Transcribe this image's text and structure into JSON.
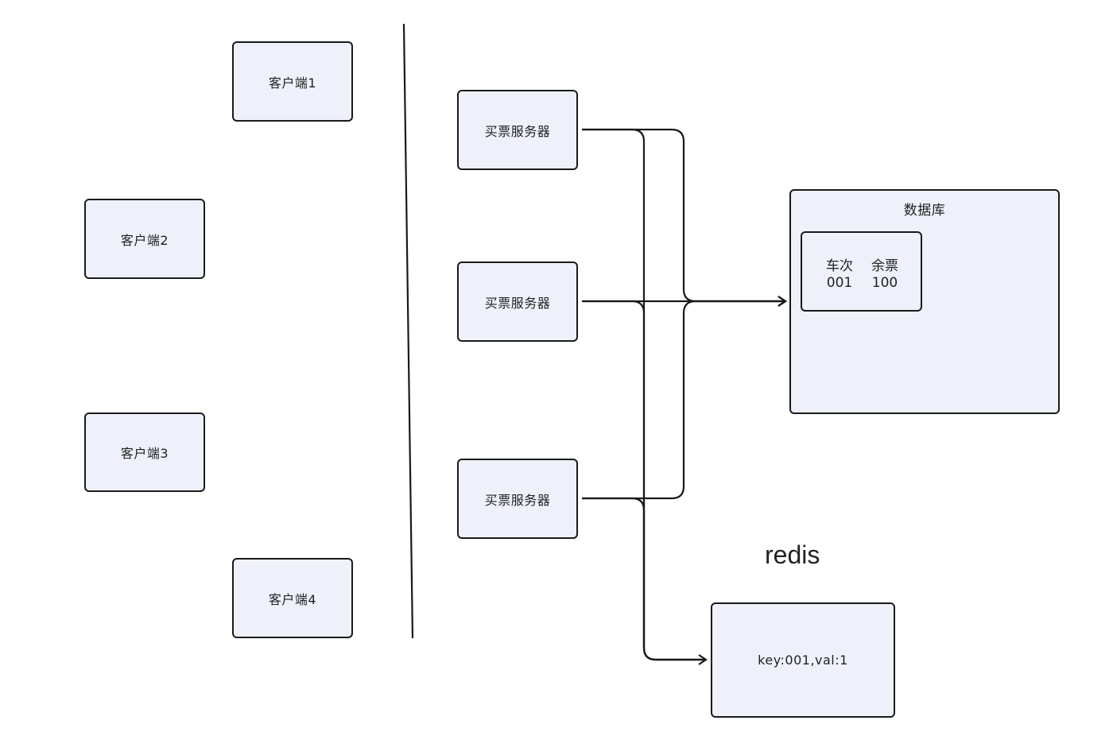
{
  "clients": [
    {
      "label": "客户端1"
    },
    {
      "label": "客户端2"
    },
    {
      "label": "客户端3"
    },
    {
      "label": "客户端4"
    }
  ],
  "servers": [
    {
      "label": "买票服务器"
    },
    {
      "label": "买票服务器"
    },
    {
      "label": "买票服务器"
    }
  ],
  "database": {
    "title": "数据库",
    "table": {
      "headers": [
        "车次",
        "余票"
      ],
      "row": [
        "001",
        "100"
      ]
    }
  },
  "redis": {
    "title": "redis",
    "content": "key:001,val:1"
  },
  "colors": {
    "node_fill": "#eef1fa",
    "stroke": "#1a1a1a"
  }
}
